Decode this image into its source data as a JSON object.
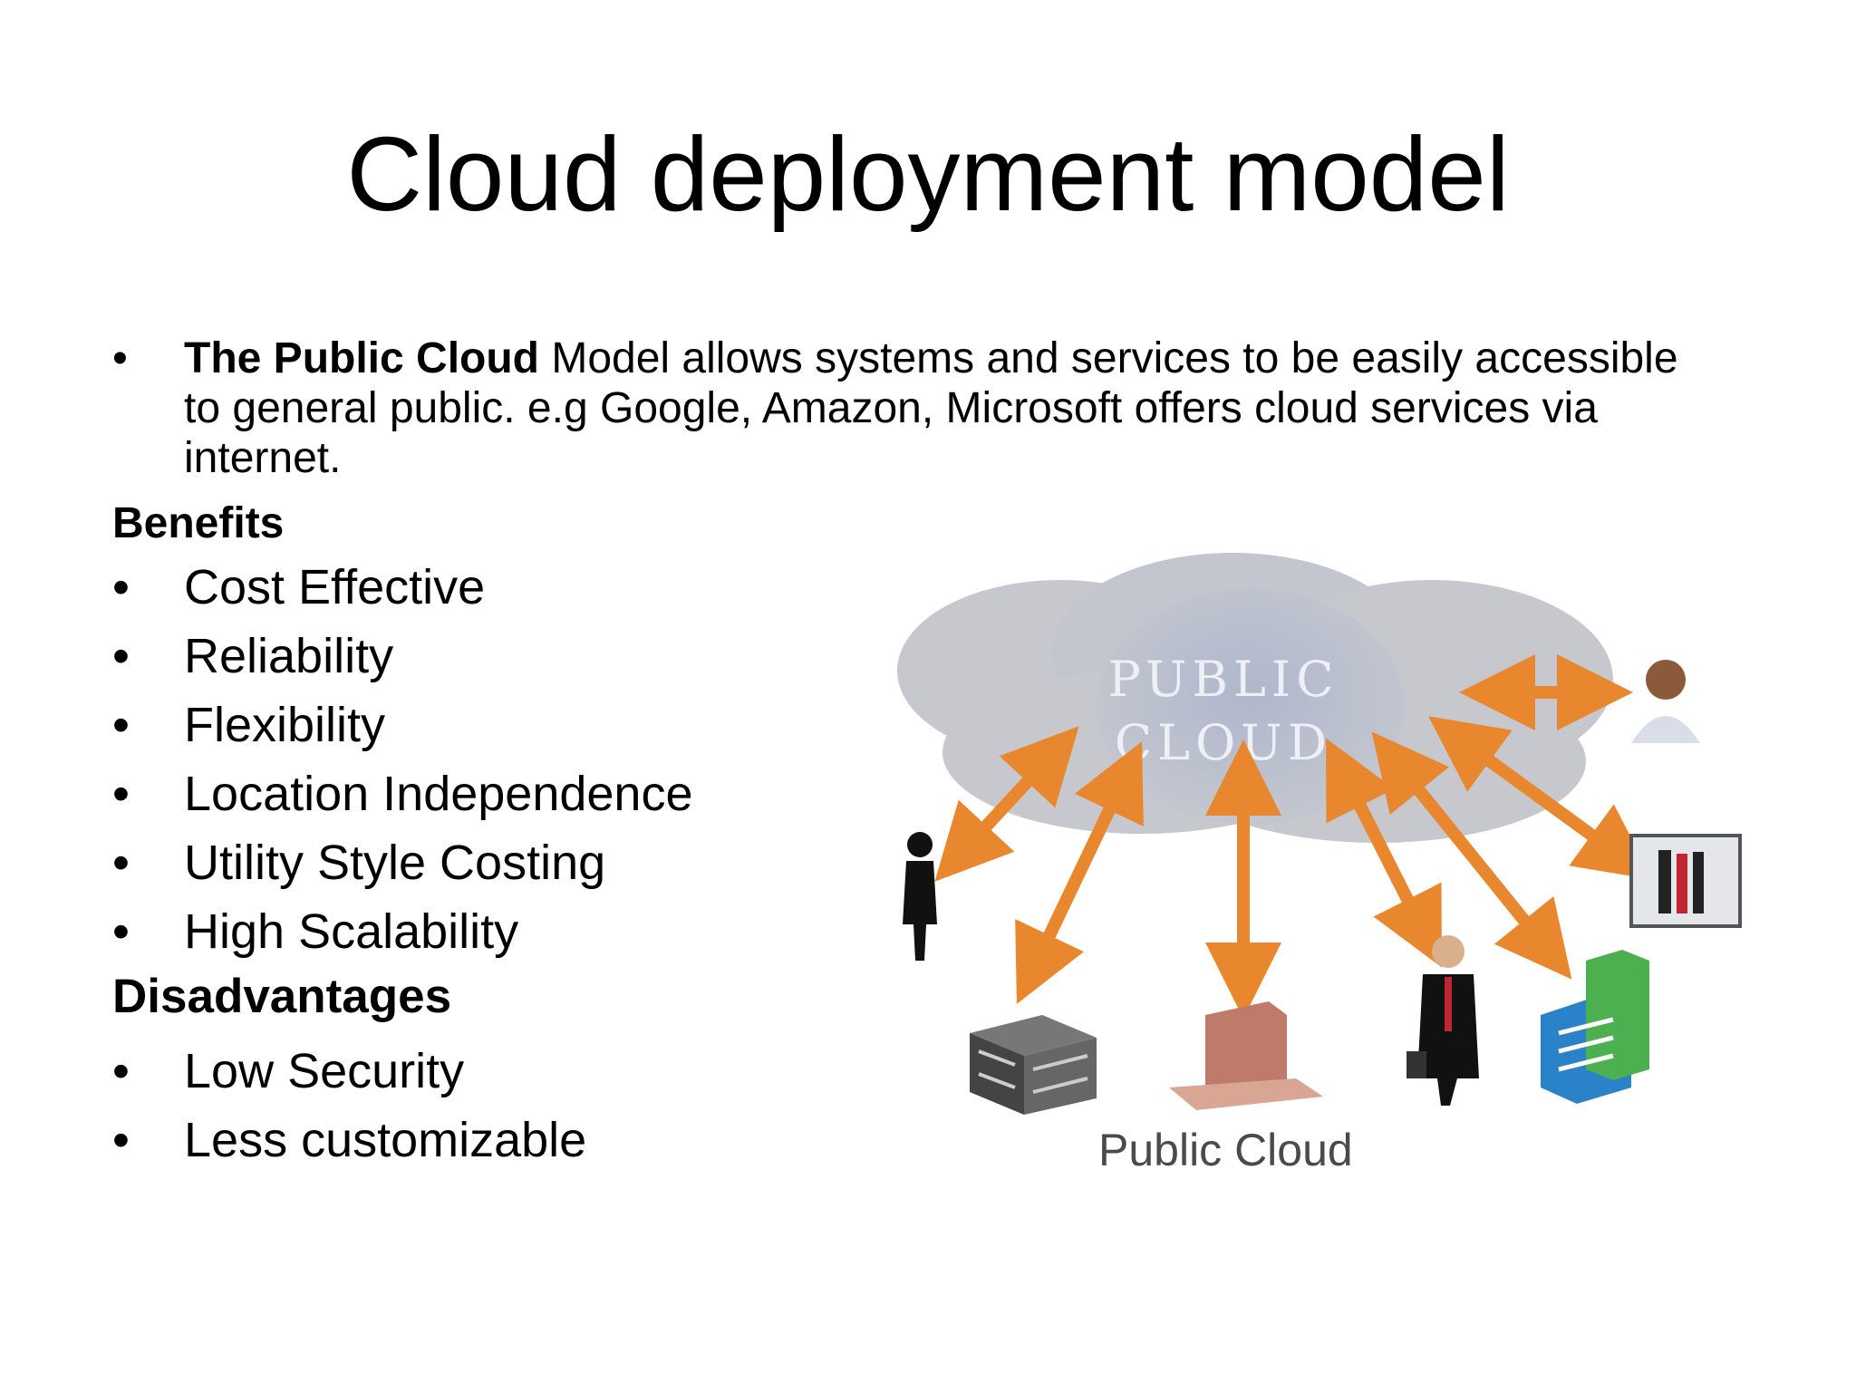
{
  "slide": {
    "title": "Cloud deployment model",
    "intro": {
      "bold": "The Public Cloud",
      "text": " Model allows systems and services to be easily accessible to general public. e.g Google, Amazon, Microsoft offers cloud services via internet."
    },
    "benefits_heading": "Benefits",
    "benefits": [
      "Cost Effective",
      "Reliability",
      "Flexibility",
      "Location Independence",
      "Utility Style Costing",
      "High Scalability"
    ],
    "disadvantages_heading": "Disadvantages",
    "disadvantages": [
      "Low Security",
      "Less customizable"
    ],
    "bullet": "•"
  },
  "diagram": {
    "cloud_line1": "PUBLIC",
    "cloud_line2": "CLOUD",
    "caption": "Public Cloud",
    "cloud_color": "#b9bfcc",
    "arrow_color": "#e8872e"
  }
}
